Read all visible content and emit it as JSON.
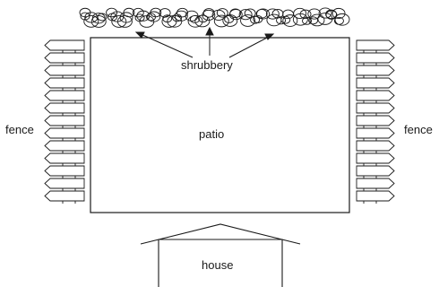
{
  "labels": {
    "shrubbery": "shrubbery",
    "patio": "patio",
    "fence_left": "fence",
    "fence_right": "fence",
    "house": "house"
  },
  "colors": {
    "line": "#1a1a1a",
    "background": "#ffffff"
  }
}
